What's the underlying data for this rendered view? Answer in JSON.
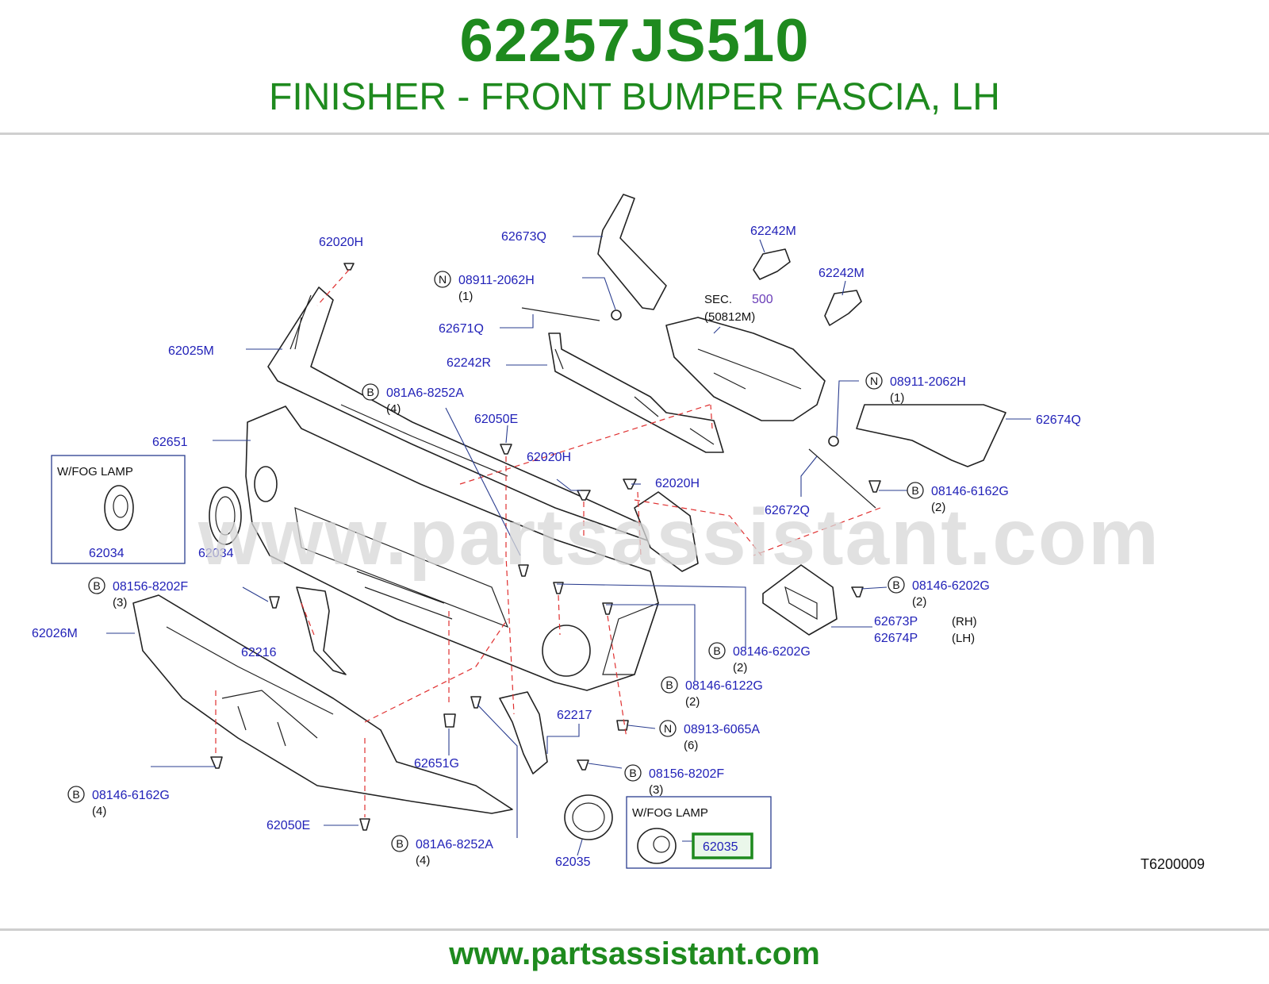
{
  "header": {
    "part_number": "62257JS510",
    "part_name": "FINISHER - FRONT BUMPER FASCIA, LH"
  },
  "watermark": "www.partsassistant.com",
  "footer": {
    "url": "www.partsassistant.com"
  },
  "diagram": {
    "code": "T6200009",
    "sec_ref": {
      "prefix": "SEC.",
      "number": "500",
      "sub": "(50812M)"
    },
    "callouts": {
      "p62020H_a": "62020H",
      "p62025M": "62025M",
      "p62651": "62651",
      "p62673Q": "62673Q",
      "p08911_2062H_a": "08911-2062H",
      "q08911_a": "(1)",
      "p62671Q": "62671Q",
      "p62242R": "62242R",
      "p62242M_a": "62242M",
      "p62242M_b": "62242M",
      "p081A6_8252A_a": "081A6-8252A",
      "q081A6_a": "(4)",
      "p62050E_a": "62050E",
      "p62020H_b": "62020H",
      "p62020H_c": "62020H",
      "p08911_2062H_b": "08911-2062H",
      "q08911_b": "(1)",
      "p62674Q": "62674Q",
      "p62672Q": "62672Q",
      "p08146_6162G_a": "08146-6162G",
      "q08146_6162G_a": "(2)",
      "p62034_a": "62034",
      "p62034_b": "62034",
      "p08156_8202F_a": "08156-8202F",
      "q08156_a": "(3)",
      "p62026M": "62026M",
      "p62216": "62216",
      "p08146_6202G_a": "08146-6202G",
      "q08146_6202G_a": "(2)",
      "p62673P": "62673P",
      "rh": "(RH)",
      "p62674P": "62674P",
      "lh": "(LH)",
      "p08146_6202G_b": "08146-6202G",
      "q08146_6202G_b": "(2)",
      "p08146_6122G": "08146-6122G",
      "q08146_6122G": "(2)",
      "p62217": "62217",
      "p08913_6065A": "08913-6065A",
      "q08913": "(6)",
      "p62651G": "62651G",
      "p08156_8202F_b": "08156-8202F",
      "q08156_b": "(3)",
      "p08146_6162G_b": "08146-6162G",
      "q08146_6162G_b": "(4)",
      "p62050E_b": "62050E",
      "p081A6_8252A_b": "081A6-8252A",
      "q081A6_b": "(4)",
      "p62035_a": "62035",
      "p62035_highlighted": "62035"
    },
    "fog_lamp_boxes": {
      "left_title": "W/FOG   LAMP",
      "right_title": "W/FOG   LAMP"
    },
    "prefix_letters": {
      "N": "N",
      "B": "B"
    },
    "highlight_color": "#1e8a1e"
  }
}
